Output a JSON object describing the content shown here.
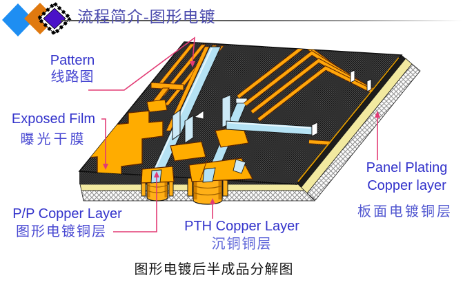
{
  "slide": {
    "title": "流程简介-图形电镀",
    "caption": "图形电镀后半成品分解图",
    "labels": {
      "pattern_en": "Pattern",
      "pattern_zh": "线路图",
      "exposed_en": "Exposed Film",
      "exposed_zh": "曝光干膜",
      "pp_en": "P/P Copper Layer",
      "pp_zh": "图形电镀铜层",
      "pth_en": "PTH Copper Layer",
      "pth_zh": "沉铜铜层",
      "panel_en1": "Panel Plating",
      "panel_en2": "Copper layer",
      "panel_zh": "板面电镀铜层"
    },
    "icons": [
      "diamond-icon-blue",
      "diamond-icon-orange",
      "diamond-icon-purple-checkered"
    ],
    "colors": {
      "label_en": "#3333cb",
      "label_zh": "#4848d2",
      "title": "#4c4cae",
      "caption": "#161616",
      "leader_line": "#e23a74",
      "copper_trace": "#ffa60a",
      "copper_barrel": "#ffb017",
      "dry_film_dark": "#484848",
      "cyan_channel": "#b5e2f4",
      "base_yellow": "#f2e9a0",
      "diamond_blue": "#1e8ef2",
      "diamond_orange": "#e0790f",
      "diamond_purple": "#4a11c8"
    }
  }
}
